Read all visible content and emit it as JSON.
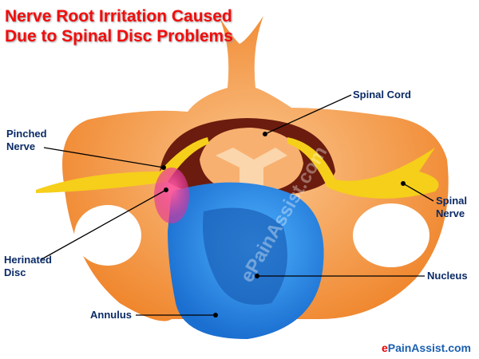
{
  "title": {
    "line1": "Nerve Root Irritation Caused",
    "line2": "Due to Spinal Disc Problems"
  },
  "labels": {
    "spinal_cord": "Spinal Cord",
    "pinched_nerve": "Pinched\nNerve",
    "spinal_nerve": "Spinal\nNerve",
    "herniated_disc": "Herinated\nDisc",
    "nucleus": "Nucleus",
    "annulus": "Annulus"
  },
  "watermark": "ePainAssist.com",
  "footer": {
    "e": "e",
    "rest": "PainAssist.com"
  },
  "colors": {
    "title": "#f20d0d",
    "label": "#0a2a66",
    "bone": "#f08a2c",
    "disc": "#1e88e6",
    "nerve": "#f5cf1a"
  }
}
